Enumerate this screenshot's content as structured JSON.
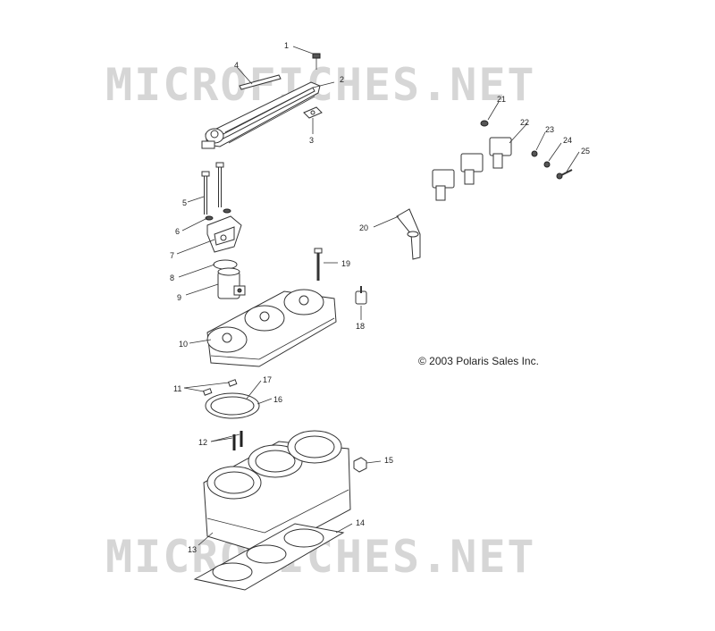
{
  "watermark": {
    "top_text": "MICROFICHES.NET",
    "bottom_text": "MICROFICHES.NET"
  },
  "copyright": "© 2003 Polaris Sales Inc.",
  "callouts": [
    {
      "id": "1",
      "label": "1"
    },
    {
      "id": "2",
      "label": "2"
    },
    {
      "id": "3",
      "label": "3"
    },
    {
      "id": "4",
      "label": "4"
    },
    {
      "id": "5",
      "label": "5"
    },
    {
      "id": "6",
      "label": "6"
    },
    {
      "id": "7",
      "label": "7"
    },
    {
      "id": "8",
      "label": "8"
    },
    {
      "id": "9",
      "label": "9"
    },
    {
      "id": "10",
      "label": "10"
    },
    {
      "id": "11",
      "label": "11"
    },
    {
      "id": "12",
      "label": "12"
    },
    {
      "id": "13",
      "label": "13"
    },
    {
      "id": "14",
      "label": "14"
    },
    {
      "id": "15",
      "label": "15"
    },
    {
      "id": "16",
      "label": "16"
    },
    {
      "id": "17",
      "label": "17"
    },
    {
      "id": "18",
      "label": "18"
    },
    {
      "id": "19",
      "label": "19"
    },
    {
      "id": "20",
      "label": "20"
    },
    {
      "id": "21",
      "label": "21"
    },
    {
      "id": "22",
      "label": "22"
    },
    {
      "id": "23",
      "label": "23"
    },
    {
      "id": "24",
      "label": "24"
    },
    {
      "id": "25",
      "label": "25"
    }
  ]
}
